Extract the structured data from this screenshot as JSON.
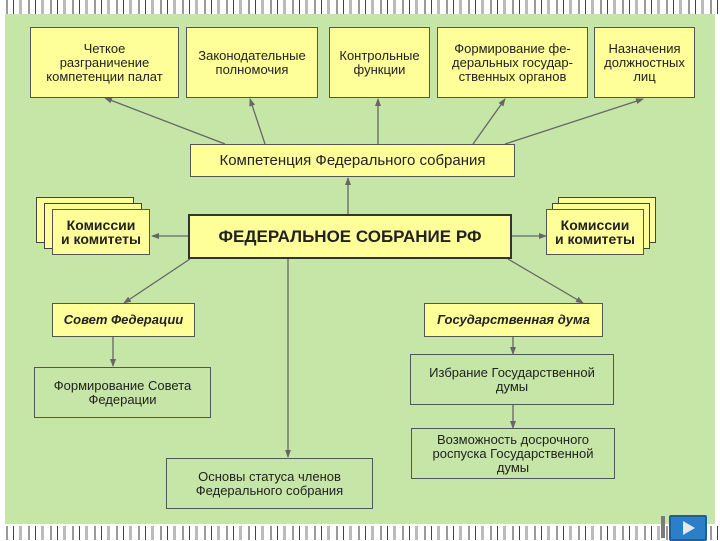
{
  "nodes": {
    "clear_division": "Четкое\nразграничение\nкомпетенции палат",
    "legislative": "Законодательные\nполномочия",
    "control": "Контрольные\nфункции",
    "forming_bodies": "Формирование фе-\nдеральных государ-\nственных органов",
    "appointments": "Назначения\nдолжностных\nлиц",
    "competence": "Компетенция Федерального собрания",
    "federal_assembly": "ФЕДЕРАЛЬНОЕ СОБРАНИЕ РФ",
    "commissions_left": "Комиссии\nи комитеты",
    "commissions_right": "Комиссии\nи комитеты",
    "federation_council": "Совет Федерации",
    "state_duma": "Государственная дума",
    "forming_council": "Формирование Совета\nФедерации",
    "election_duma": "Избрание Государственной\nдумы",
    "dissolution_duma": "Возможность досрочного\nроспуска Государственной\nдумы",
    "status_basis": "Основы статуса членов\nФедерального собрания"
  },
  "colors": {
    "background": "#c5e6a6",
    "box_fill": "#ffff99",
    "border": "#555555",
    "nav_button": "#2b7fc6"
  },
  "icons": {
    "nav_button": "play-next-icon"
  }
}
